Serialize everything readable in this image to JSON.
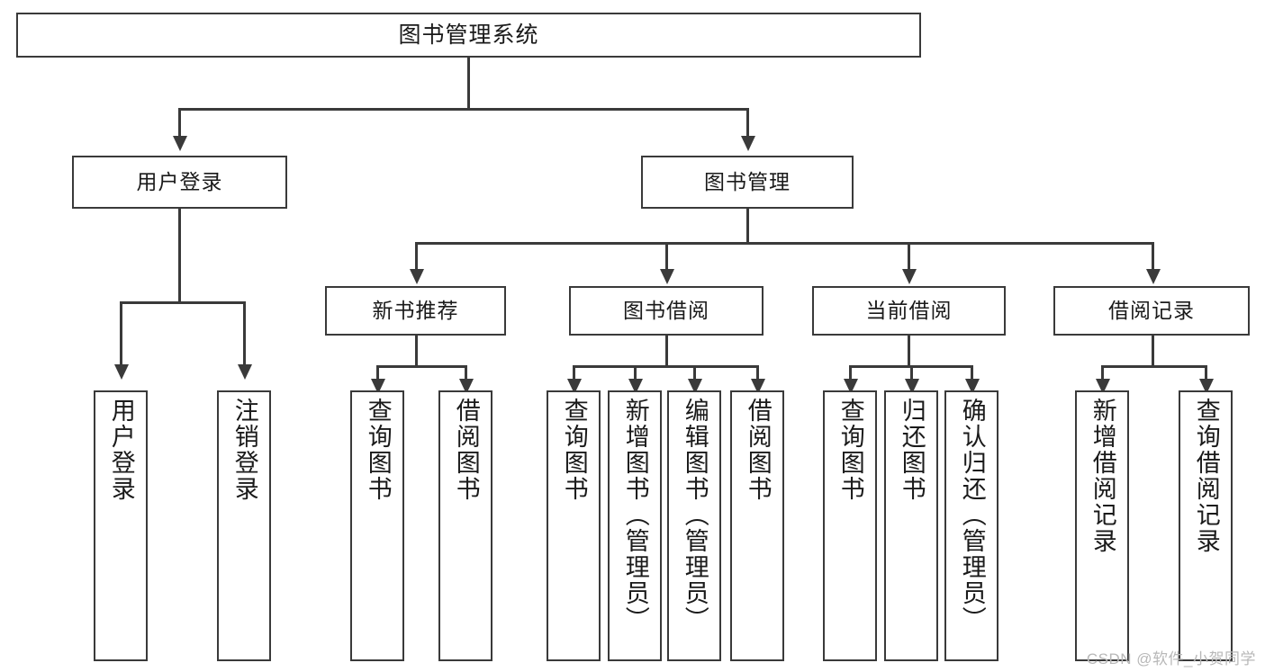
{
  "diagram": {
    "type": "tree",
    "title": "图书管理系统",
    "watermark": "CSDN @软件_小贺同学",
    "colors": {
      "stroke": "#3a3a3a",
      "fill": "#ffffff",
      "text": "#1a1a1a",
      "watermark": "#b8b8b8"
    },
    "nodes": {
      "root": {
        "label": "图书管理系统"
      },
      "level1": [
        {
          "label": "用户登录"
        },
        {
          "label": "图书管理"
        }
      ],
      "level2": [
        {
          "label": "新书推荐"
        },
        {
          "label": "图书借阅"
        },
        {
          "label": "当前借阅"
        },
        {
          "label": "借阅记录"
        }
      ],
      "leaves": {
        "user_login": [
          {
            "label": "用户登录"
          },
          {
            "label": "注销登录"
          }
        ],
        "new_book": [
          {
            "label": "查询图书"
          },
          {
            "label": "借阅图书"
          }
        ],
        "borrow_book": [
          {
            "label": "查询图书"
          },
          {
            "label": "新增图书（管理员）"
          },
          {
            "label": "编辑图书（管理员）"
          },
          {
            "label": "借阅图书"
          }
        ],
        "current_borrow": [
          {
            "label": "查询图书"
          },
          {
            "label": "归还图书"
          },
          {
            "label": "确认归还（管理员）"
          }
        ],
        "borrow_record": [
          {
            "label": "新增借阅记录"
          },
          {
            "label": "查询借阅记录"
          }
        ]
      }
    }
  }
}
